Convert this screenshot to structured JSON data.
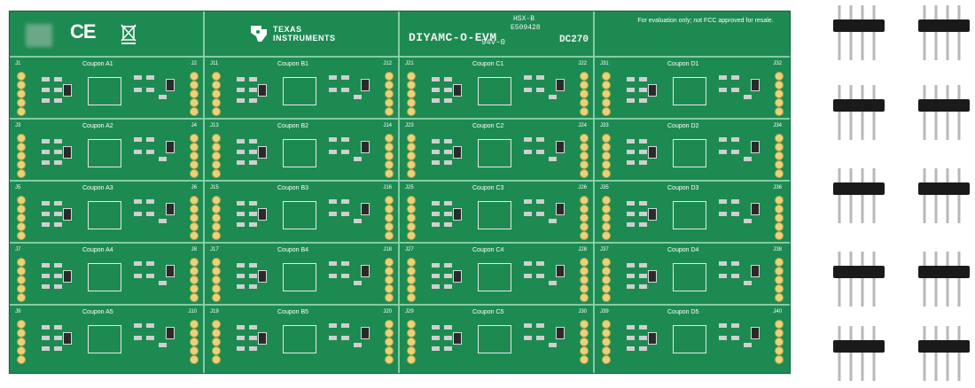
{
  "board": {
    "ce_mark": "CE",
    "brand": {
      "line1": "TEXAS",
      "line2": "INSTRUMENTS"
    },
    "part_number": "DIYAMC-O-EVM",
    "hsx": "HSX-B",
    "code": "E509428",
    "flammability": "94V-0",
    "date_code": "DC270",
    "note": "For evaluation only; not FCC approved for resale."
  },
  "coupons": [
    {
      "label": "Coupon  A1",
      "jl": "J1",
      "jr": "J2"
    },
    {
      "label": "Coupon  B1",
      "jl": "J11",
      "jr": "J12"
    },
    {
      "label": "Coupon  C1",
      "jl": "J21",
      "jr": "J22"
    },
    {
      "label": "Coupon  D1",
      "jl": "J31",
      "jr": "J32"
    },
    {
      "label": "Coupon  A2",
      "jl": "J3",
      "jr": "J4"
    },
    {
      "label": "Coupon  B2",
      "jl": "J13",
      "jr": "J14"
    },
    {
      "label": "Coupon  C2",
      "jl": "J23",
      "jr": "J24"
    },
    {
      "label": "Coupon  D2",
      "jl": "J33",
      "jr": "J34"
    },
    {
      "label": "Coupon  A3",
      "jl": "J5",
      "jr": "J6"
    },
    {
      "label": "Coupon  B3",
      "jl": "J15",
      "jr": "J16"
    },
    {
      "label": "Coupon  C3",
      "jl": "J25",
      "jr": "J26"
    },
    {
      "label": "Coupon  D3",
      "jl": "J35",
      "jr": "J36"
    },
    {
      "label": "Coupon  A4",
      "jl": "J7",
      "jr": "J8"
    },
    {
      "label": "Coupon  B4",
      "jl": "J17",
      "jr": "J18"
    },
    {
      "label": "Coupon  C4",
      "jl": "J27",
      "jr": "J28"
    },
    {
      "label": "Coupon  D4",
      "jl": "J37",
      "jr": "J38"
    },
    {
      "label": "Coupon  A5",
      "jl": "J9",
      "jr": "J10"
    },
    {
      "label": "Coupon  B5",
      "jl": "J19",
      "jr": "J20"
    },
    {
      "label": "Coupon  C5",
      "jl": "J29",
      "jr": "J30"
    },
    {
      "label": "Coupon  D5",
      "jl": "J39",
      "jr": "J40"
    }
  ],
  "pin_headers": {
    "count": 10,
    "pins_each": 4,
    "colors": {
      "housing": "#1a1a1a",
      "pin": "#b8b8b8"
    }
  },
  "colors": {
    "pcb": "#1d8a52",
    "silkscreen": "#f2f2f2",
    "pad": "#e9d37a"
  }
}
